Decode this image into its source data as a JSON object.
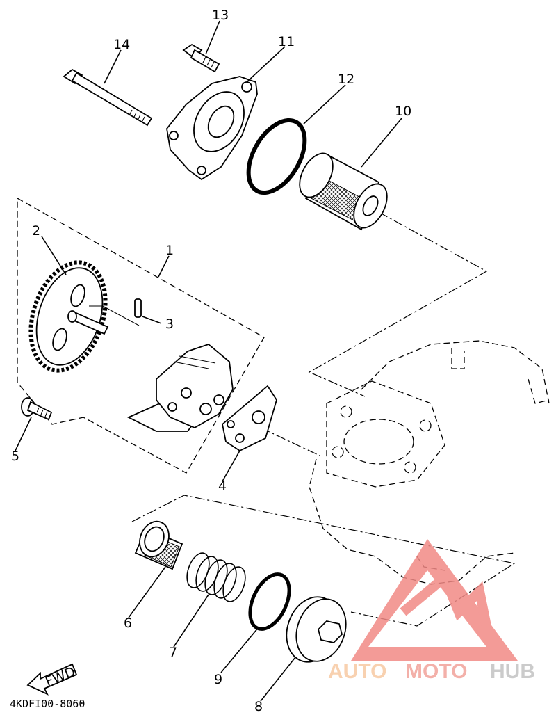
{
  "diagram": {
    "parts": [
      {
        "id": "1"
      },
      {
        "id": "2"
      },
      {
        "id": "3"
      },
      {
        "id": "4"
      },
      {
        "id": "5"
      },
      {
        "id": "6"
      },
      {
        "id": "7"
      },
      {
        "id": "8"
      },
      {
        "id": "9"
      },
      {
        "id": "10"
      },
      {
        "id": "11"
      },
      {
        "id": "12"
      },
      {
        "id": "13"
      },
      {
        "id": "14"
      }
    ],
    "forward_arrow": "FWD",
    "diagram_code": "4KDFI00-8060"
  },
  "watermark": {
    "brand_auto": "AUTO",
    "brand_moto": "MOTO",
    "brand_hub": "HUB",
    "colors": {
      "auto": "#f7c9a3",
      "moto": "#f2a39b",
      "hub": "#c3c3c3",
      "logo": "#f28a86"
    }
  }
}
